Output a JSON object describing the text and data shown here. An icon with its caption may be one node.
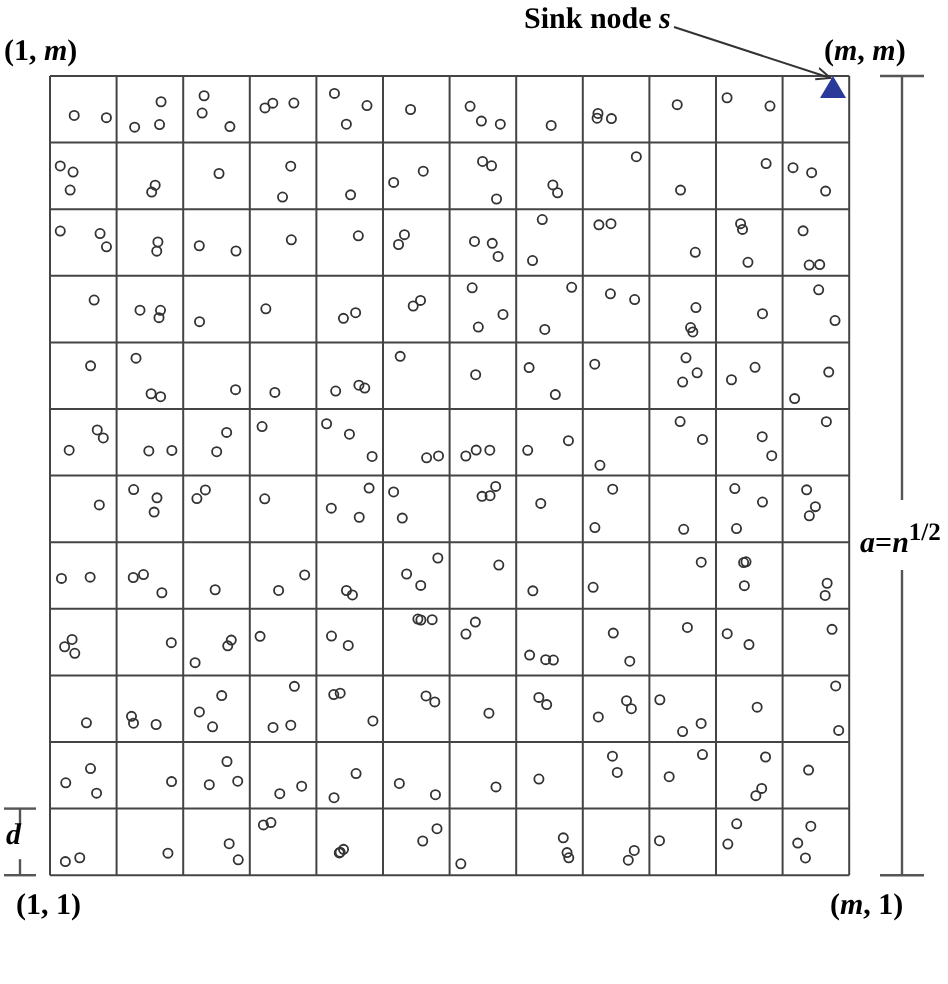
{
  "diagram": {
    "nodes": [
      {
        "text": [
          "Sink node *s*"
        ]
      },
      {
        "text": [],
        "shape": "triangle"
      }
    ],
    "edges": [
      {
        "from": 0,
        "to": 1,
        "arrow": "to"
      }
    ],
    "labels": [
      "(1, *m*)",
      "(*m*, *m*)",
      "*a*=*n*$^{1/2}$",
      "*d*",
      "(1, 1)",
      "(*m*, 1)"
    ]
  }
}
